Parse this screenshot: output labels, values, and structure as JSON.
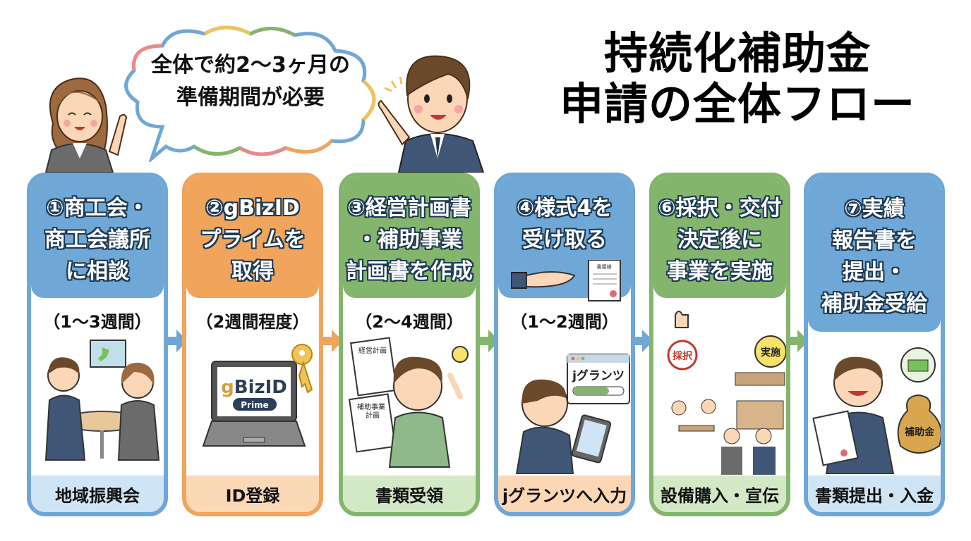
{
  "title": {
    "line1": "持続化補助金",
    "line2": "申請の全体フロー"
  },
  "speech_bubble": {
    "line1": "全体で約2〜3ヶ月の",
    "line2": "準備期間が必要"
  },
  "colors": {
    "blue": "#6fa7d6",
    "blue_light": "#cfe4f5",
    "orange": "#f0a45c",
    "orange_light": "#fbd9b6",
    "green": "#84b56d",
    "green_light": "#d3e9c6",
    "peach": "#fbd7b5"
  },
  "steps": [
    {
      "label": "①商工会・\n商工会議所\nに相談",
      "duration": "（1〜3週間）",
      "footer": "地域振興会",
      "color": "blue",
      "illustration": "consultation-meeting"
    },
    {
      "label": "②gBizID\nプライムを\n取得",
      "duration": "（2週間程度）",
      "footer": "ID登録",
      "color": "orange",
      "illustration": "laptop-gbizid",
      "laptop_brand": "gBizID",
      "laptop_badge": "Prime"
    },
    {
      "label": "③経営計画書\n・補助事業\n計画書を作成",
      "duration": "（2〜4週間）",
      "footer": "書類受領",
      "color": "green",
      "illustration": "planning-documents",
      "doc1": "経営計画",
      "doc2": "補助事業\n計画"
    },
    {
      "label": "④様式4を\n受け取る",
      "duration": "（1〜2週間）",
      "footer": "jグランツへ入力",
      "color": "blue",
      "footer_color": "peach",
      "illustration": "tablet-jgrants",
      "form_label": "書類様",
      "screen_label": "jグランツ"
    },
    {
      "label": "⑥採択・交付\n決定後に\n事業を実施",
      "duration": "",
      "footer": "設備購入・宣伝",
      "color": "green",
      "illustration": "adoption-implementation",
      "stamp": "採択",
      "badge": "実施"
    },
    {
      "label": "⑦実績\n報告書を\n提出・\n補助金受給",
      "duration": "",
      "footer": "書類提出・入金",
      "color": "blue",
      "illustration": "report-subsidy",
      "bag_label": "補助金"
    }
  ]
}
